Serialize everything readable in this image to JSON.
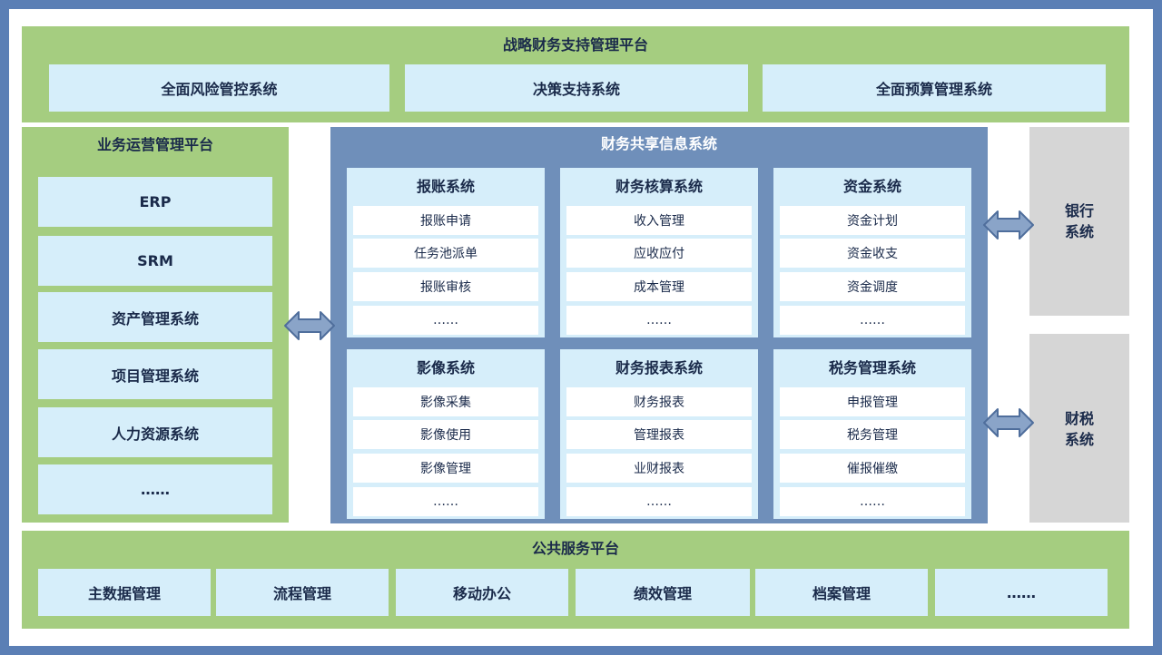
{
  "strategic": {
    "title": "战略财务支持管理平台",
    "items": [
      "全面风险管控系统",
      "决策支持系统",
      "全面预算管理系统"
    ]
  },
  "business": {
    "title": "业务运营管理平台",
    "items": [
      "ERP",
      "SRM",
      "资产管理系统",
      "项目管理系统",
      "人力资源系统",
      "……"
    ]
  },
  "shared": {
    "title": "财务共享信息系统",
    "modules": [
      {
        "title": "报账系统",
        "items": [
          "报账申请",
          "任务池派单",
          "报账审核",
          "……"
        ]
      },
      {
        "title": "财务核算系统",
        "items": [
          "收入管理",
          "应收应付",
          "成本管理",
          "……"
        ]
      },
      {
        "title": "资金系统",
        "items": [
          "资金计划",
          "资金收支",
          "资金调度",
          "……"
        ]
      },
      {
        "title": "影像系统",
        "items": [
          "影像采集",
          "影像使用",
          "影像管理",
          "……"
        ]
      },
      {
        "title": "财务报表系统",
        "items": [
          "财务报表",
          "管理报表",
          "业财报表",
          "……"
        ]
      },
      {
        "title": "税务管理系统",
        "items": [
          "申报管理",
          "税务管理",
          "催报催缴",
          "……"
        ]
      }
    ]
  },
  "external": {
    "bank": [
      "银行",
      "系统"
    ],
    "tax": [
      "财税",
      "系统"
    ]
  },
  "public": {
    "title": "公共服务平台",
    "items": [
      "主数据管理",
      "流程管理",
      "移动办公",
      "绩效管理",
      "档案管理",
      "……"
    ]
  },
  "colors": {
    "green": "#a5cd80",
    "lightblue": "#d6eefa",
    "blue": "#6f8fba",
    "gray": "#d6d6d6",
    "border": "#5b7fb5"
  }
}
